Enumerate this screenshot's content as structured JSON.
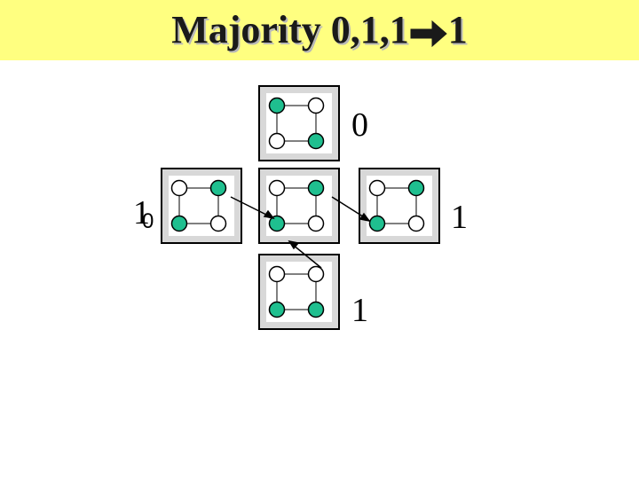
{
  "title": {
    "text_before": "Majority 0,1,1",
    "text_after": "1",
    "arrow_icon": "right-arrow-icon",
    "background": "#ffff80"
  },
  "labels": {
    "top": "0",
    "left": "1",
    "left_sub": "0",
    "right": "1",
    "bottom": "1"
  },
  "colors": {
    "filled": "#1fbf8f",
    "empty": "#ffffff",
    "stroke": "#000000"
  },
  "grids": [
    {
      "id": "top",
      "nodes": [
        "filled",
        "empty",
        "empty",
        "filled"
      ]
    },
    {
      "id": "left",
      "nodes": [
        "empty",
        "filled",
        "filled",
        "empty"
      ]
    },
    {
      "id": "center",
      "nodes": [
        "empty",
        "filled",
        "filled",
        "empty"
      ]
    },
    {
      "id": "right",
      "nodes": [
        "empty",
        "filled",
        "filled",
        "empty"
      ]
    },
    {
      "id": "bottom",
      "nodes": [
        "empty",
        "empty",
        "filled",
        "filled"
      ]
    }
  ]
}
